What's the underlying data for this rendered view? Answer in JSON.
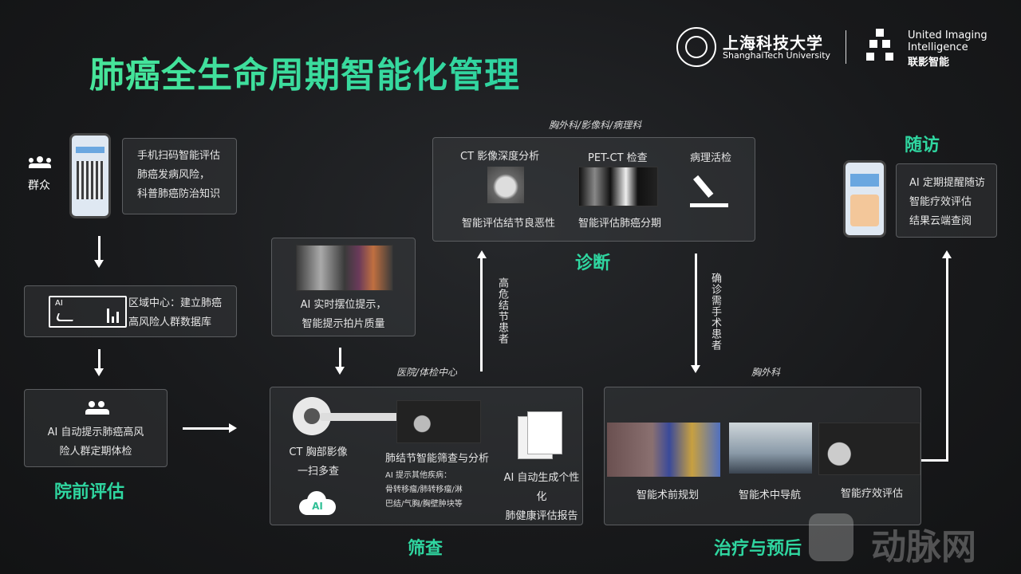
{
  "title": "肺癌全生命周期智能化管理",
  "logos": {
    "shanghaitech_cn": "上海科技大学",
    "shanghaitech_en": "ShanghaiTech University",
    "uii_en_1": "United Imaging",
    "uii_en_2": "Intelligence",
    "uii_cn": "联影智能"
  },
  "pre_eval": {
    "label": "院前评估",
    "public_label": "群众",
    "box1": [
      "手机扫码智能评估",
      "肺癌发病风险，",
      "科普肺癌防治知识"
    ],
    "box2": [
      "区域中心：建立肺癌",
      "高风险人群数据库"
    ],
    "box2_icon_text": "AI",
    "box3": [
      "AI 自动提示肺癌高风",
      "险人群定期体检"
    ]
  },
  "screening": {
    "label": "筛查",
    "dept": "医院/体检中心",
    "positioning": [
      "AI 实时摆位提示，",
      "智能提示拍片质量"
    ],
    "ct": [
      "CT 胸部影像",
      "一扫多查"
    ],
    "cloud_ai": "AI",
    "nodule": "肺结节智能筛查与分析",
    "other_diseases": [
      "AI 提示其他疾病：",
      "骨转移瘤/肺转移瘤/淋",
      "巴结/气胸/胸壁肿块等"
    ],
    "report": [
      "AI 自动生成个性化",
      "肺健康评估报告"
    ]
  },
  "diagnosis": {
    "label": "诊断",
    "dept": "胸外科/影像科/病理科",
    "ct_deep": "CT 影像深度分析",
    "ct_deep_sub": "智能评估结节良恶性",
    "petct": "PET-CT 检查",
    "petct_sub": "智能评估肺癌分期",
    "biopsy": "病理活检",
    "arrow_up_text": "高危结节患者",
    "arrow_down_text": "确诊需手术患者"
  },
  "treatment": {
    "label": "治疗与预后",
    "dept": "胸外科",
    "item1": "智能术前规划",
    "item2": "智能术中导航",
    "item3": "智能疗效评估"
  },
  "followup": {
    "label": "随访",
    "lines": [
      "AI 定期提醒随访",
      "智能疗效评估",
      "结果云端查阅"
    ]
  },
  "watermark": "动脉网",
  "colors": {
    "accent": "#2fd6a0",
    "background": "#1c1d1f"
  }
}
